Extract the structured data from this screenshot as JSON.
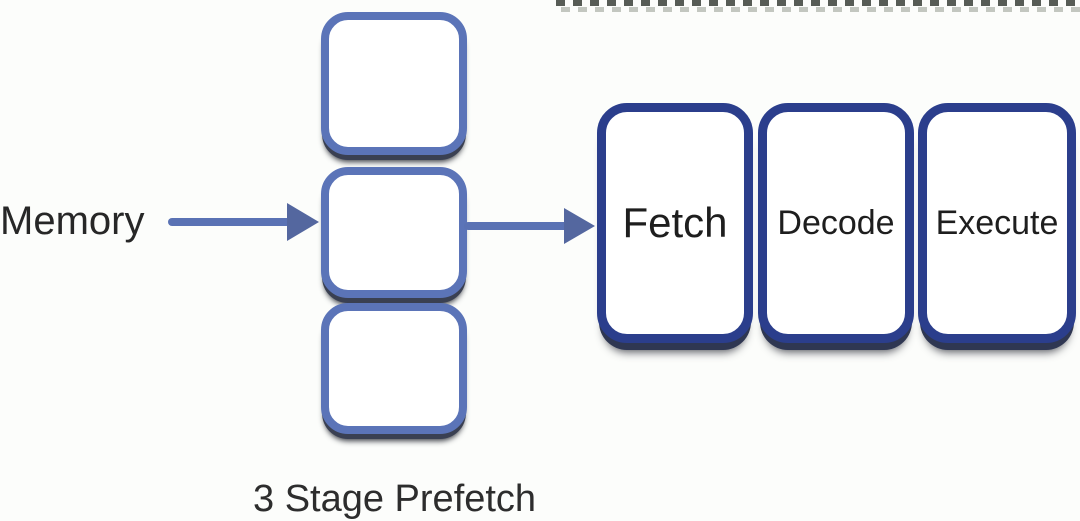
{
  "diagram": {
    "title_caption": "3 Stage Prefetch",
    "memory": {
      "label": "Memory"
    },
    "prefetch": {
      "caption": "3 Stage Prefetch",
      "box_count": 3,
      "boxes": [
        {
          "label": ""
        },
        {
          "label": ""
        },
        {
          "label": ""
        }
      ]
    },
    "pipeline": {
      "stages": [
        {
          "label": "Fetch"
        },
        {
          "label": "Decode"
        },
        {
          "label": "Execute"
        }
      ]
    },
    "arrows": [
      {
        "name": "memory-to-prefetch",
        "direction": "right"
      },
      {
        "name": "prefetch-to-fetch",
        "direction": "right"
      }
    ],
    "colors": {
      "background": "#fcfdfb",
      "prefetch_border": "#5b74b8",
      "pipeline_border": "#2b3e8c",
      "arrow": "#5a72b4",
      "shadow_dark": "#3a4052",
      "text": "#242424",
      "top_strip_dash_dark": "#575c56",
      "top_strip_dash_light": "#c3c7c0"
    }
  }
}
